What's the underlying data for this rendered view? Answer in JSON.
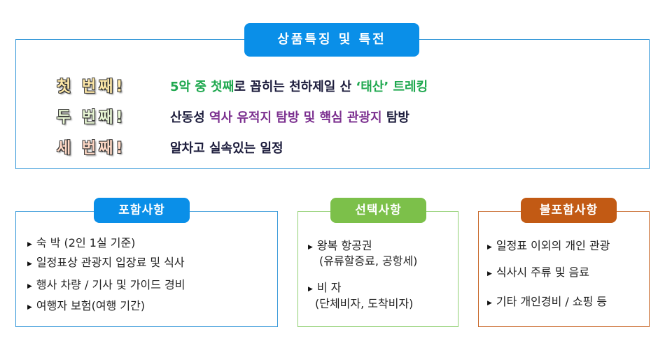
{
  "features": {
    "title": "상품특징  및  특전",
    "rows": [
      {
        "ordinal": "첫 번째!",
        "segments": [
          {
            "text": "5악 중 첫째",
            "color": "green"
          },
          {
            "text": "로 꼽히는 천하제일 산 ",
            "color": "default"
          },
          {
            "text": "‘태산’ 트레킹",
            "color": "green"
          }
        ]
      },
      {
        "ordinal": "두 번째!",
        "segments": [
          {
            "text": "산동성 ",
            "color": "default"
          },
          {
            "text": "역사 유적지 탐방 및 핵심 관광지",
            "color": "purple"
          },
          {
            "text": " 탐방",
            "color": "default"
          }
        ]
      },
      {
        "ordinal": "세 번째!",
        "segments": [
          {
            "text": "알차고 실속있는 일정",
            "color": "default"
          }
        ]
      }
    ]
  },
  "included": {
    "title": "포함사항",
    "items": [
      "숙 박 (2인 1실 기준)",
      "일정표상 관광지 입장료 및 식사",
      "행사 차량 / 기사 및 가이드 경비",
      "여행자 보험(여행 기간)"
    ]
  },
  "optional": {
    "title": "선택사항",
    "items": [
      {
        "label": "왕복 항공권",
        "detail": "(유류할증료, 공항세)"
      },
      {
        "label": "비   자",
        "detail": "(단체비자, 도착비자)"
      }
    ]
  },
  "excluded": {
    "title": "불포함사항",
    "items": [
      "일정표 이외의 개인 관광",
      "식사시 주류 및 음료",
      "기타 개인경비 / 쇼핑 등"
    ]
  },
  "icons": {
    "bullet": "bullet-triangle-icon"
  },
  "colors": {
    "blue": "#0a8fe8",
    "green": "#7cc04a",
    "orange": "#c25a14",
    "highlight_green": "#1fa84f",
    "highlight_purple": "#7b2f8f"
  }
}
